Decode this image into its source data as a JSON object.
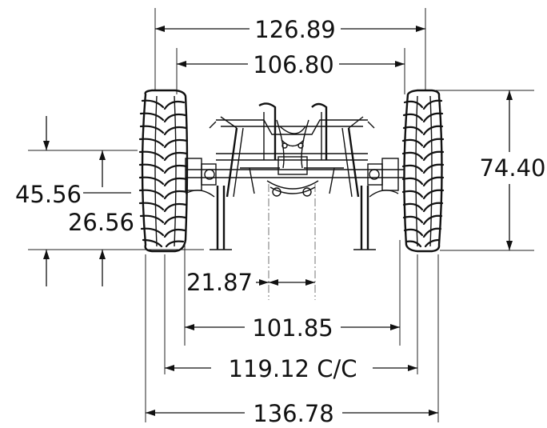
{
  "drawing": {
    "title": "",
    "dimensions": {
      "overall_top": "126.89",
      "inner_top": "106.80",
      "height_right": "74.40",
      "height_left_upper": "45.56",
      "height_left_lower": "26.56",
      "center_gap": "21.87",
      "inner_bottom": "101.85",
      "center_to_center": "119.12 C/C",
      "overall_bottom": "136.78"
    }
  }
}
